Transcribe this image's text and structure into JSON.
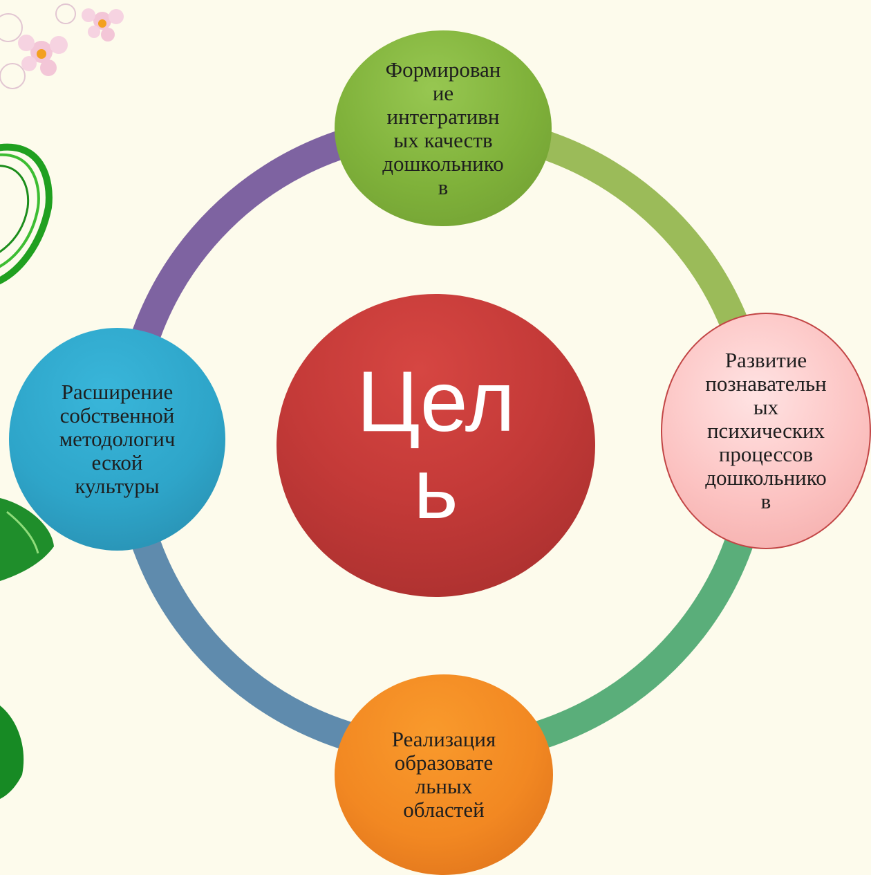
{
  "diagram": {
    "center": {
      "label": "Цел\nь",
      "color": "#c43a38"
    },
    "nodes": {
      "top": {
        "label": "Формирован\nие\nинтегративн\nых качеств\nдошкольнико\nв",
        "color": "#7fb13a"
      },
      "right": {
        "label": "Развитие\nпознавательн\nых\nпсихических\nпроцессов\nдошкольнико\nв",
        "color": "#fcc3c2"
      },
      "bottom": {
        "label": "Реализация\nобразовате\nльных\nобластей",
        "color": "#f28822"
      },
      "left": {
        "label": "Расширение\nсобственной\nметодологич\nеской\nкультуры",
        "color": "#2ea5c9"
      }
    },
    "ring_colors": {
      "top_right": "#9bbb59",
      "bottom_right": "#5aae7a",
      "bottom_left": "#5f8bad",
      "top_left": "#7e63a1"
    },
    "background_color": "#fdfbec"
  }
}
